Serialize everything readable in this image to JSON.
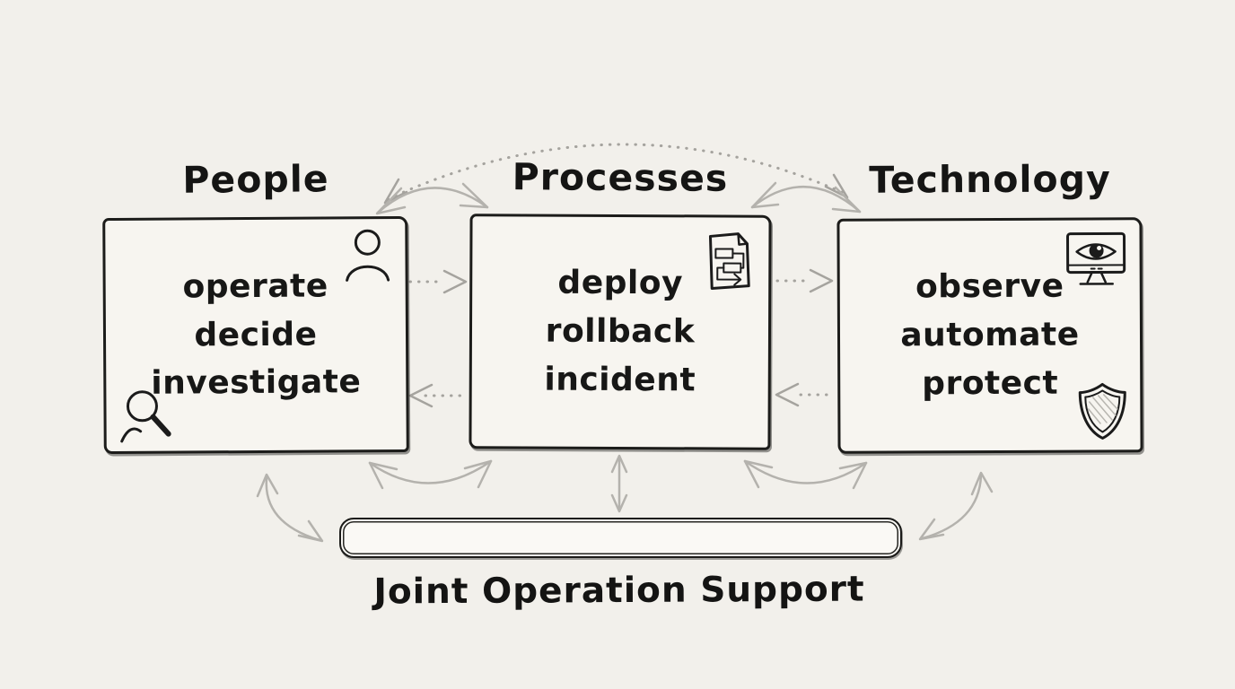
{
  "palette": {
    "background": "#f2f0eb",
    "box_fill": "#f7f5f0",
    "ink": "#1b1b1b",
    "arrow_gray": "#b4b2ad",
    "dotted_arrow_gray": "#a5a39e",
    "bar_fill": "#faf9f5"
  },
  "groups": [
    {
      "title": "People",
      "items": [
        "operate",
        "decide",
        "investigate"
      ],
      "icons": [
        "person-icon",
        "magnifying-glass-icon"
      ]
    },
    {
      "title": "Processes",
      "items": [
        "deploy",
        "rollback",
        "incident"
      ],
      "icons": [
        "runbook-document-icon"
      ]
    },
    {
      "title": "Technology",
      "items": [
        "observe",
        "automate",
        "protect"
      ],
      "icons": [
        "monitor-eye-icon",
        "shield-icon"
      ]
    }
  ],
  "footer": {
    "label": "Joint Operation Support"
  },
  "connections": [
    {
      "from": "People",
      "to": "Technology",
      "style": "dotted-arc",
      "direction": "both"
    },
    {
      "from": "People",
      "to": "Processes",
      "style": "curved",
      "direction": "both",
      "position": "top"
    },
    {
      "from": "Processes",
      "to": "Technology",
      "style": "curved",
      "direction": "both",
      "position": "top"
    },
    {
      "from": "People",
      "to": "Processes",
      "style": "dotted",
      "direction": "right",
      "position": "middle-upper"
    },
    {
      "from": "Processes",
      "to": "People",
      "style": "dotted",
      "direction": "left",
      "position": "middle-lower"
    },
    {
      "from": "Processes",
      "to": "Technology",
      "style": "dotted",
      "direction": "right",
      "position": "middle-upper"
    },
    {
      "from": "Technology",
      "to": "Processes",
      "style": "dotted",
      "direction": "left",
      "position": "middle-lower"
    },
    {
      "from": "People",
      "to": "Processes",
      "style": "curved",
      "direction": "both",
      "position": "bottom"
    },
    {
      "from": "Processes",
      "to": "Technology",
      "style": "curved",
      "direction": "both",
      "position": "bottom"
    },
    {
      "from": "People",
      "to": "Joint Operation Support",
      "style": "curved",
      "direction": "both"
    },
    {
      "from": "Processes",
      "to": "Joint Operation Support",
      "style": "straight",
      "direction": "both"
    },
    {
      "from": "Technology",
      "to": "Joint Operation Support",
      "style": "curved",
      "direction": "both"
    }
  ]
}
